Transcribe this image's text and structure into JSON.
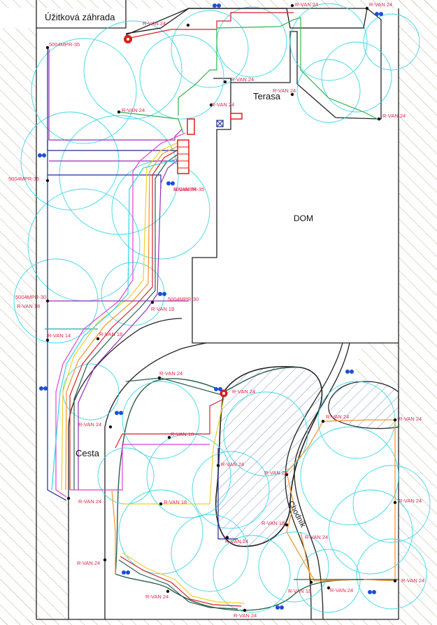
{
  "areas": {
    "uzitkova": "Úžitková záhrada",
    "terasa": "Terasa",
    "dom": "DOM",
    "cesta": "Cesta",
    "chodnik": "Chodník"
  },
  "labels": {
    "a1": "R-VAN 24",
    "a2": "R-VAN 24",
    "a3": "R-VAN 24",
    "a4": "R-VAN 24",
    "a5": "R-VAN 24",
    "a6": "R-VAN 24",
    "a7": "R-VAN 24",
    "a8": "R-VAN 24",
    "a9": "5004MPR-35",
    "a10": "5004MPR-35",
    "a11": "R-VAN 24",
    "a12": "5004MPR-35",
    "a13": "5004MPR-30",
    "a14": "R-VAN 18",
    "a15": "5004MPR-30",
    "a16": "R-VAN 18",
    "a17": "R-VAN 14",
    "a18": "R-VAN 18",
    "b1": "R-VAN 24",
    "b2": "R-VAN 24",
    "b3": "R-VAN 24",
    "b4": "R-VAN 24",
    "b5": "R-VAN 18",
    "b6": "R-VAN 24",
    "b7": "R-VAN 24",
    "b8": "R-VAN 24",
    "b9": "R-VAN 18",
    "b10": "R-VAN 24",
    "b11": "R-VAN 24",
    "b12": "R-VAN 24",
    "b13": "R-VAN 18",
    "b14": "R-VAN 24",
    "b15": "R-VAN 24",
    "b16": "R-VAN 24",
    "b17": "R-VAN 24",
    "b18": "R-VAN 18",
    "b19": "R-VAN 24"
  },
  "colors": {
    "coverage": "#2fd6e6",
    "label": "#e8254b",
    "hatch": "#b9a98a",
    "hatch_blue": "#6f86c8",
    "border": "#222222",
    "valve": "#e11a1a"
  }
}
